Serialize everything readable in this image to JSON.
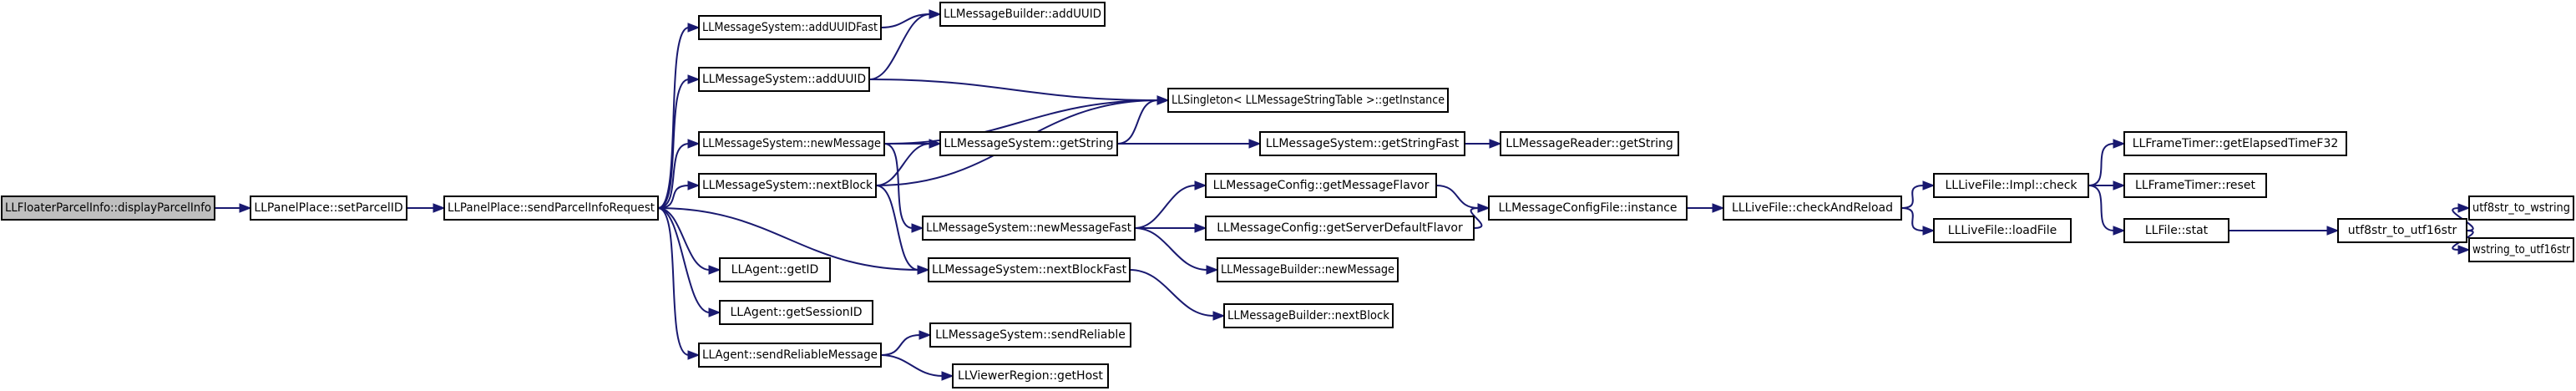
{
  "graph": {
    "nodes": [
      {
        "id": "root",
        "label": "LLFloaterParcelInfo::displayParcelInfo",
        "root": true
      },
      {
        "id": "setParcelID",
        "label": "LLPanelPlace::setParcelID"
      },
      {
        "id": "sendParcelInfoRequest",
        "label": "LLPanelPlace::sendParcelInfoRequest"
      },
      {
        "id": "addUUIDFast",
        "label": "LLMessageSystem::addUUIDFast"
      },
      {
        "id": "builderAddUUID",
        "label": "LLMessageBuilder::addUUID"
      },
      {
        "id": "addUUID",
        "label": "LLMessageSystem::addUUID"
      },
      {
        "id": "getInstance",
        "label": "LLSingleton< LLMessageStringTable >::getInstance"
      },
      {
        "id": "newMessage",
        "label": "LLMessageSystem::newMessage"
      },
      {
        "id": "getString",
        "label": "LLMessageSystem::getString"
      },
      {
        "id": "getStringFast",
        "label": "LLMessageSystem::getStringFast"
      },
      {
        "id": "readerGetString",
        "label": "LLMessageReader::getString"
      },
      {
        "id": "nextBlock",
        "label": "LLMessageSystem::nextBlock"
      },
      {
        "id": "getMessageFlavor",
        "label": "LLMessageConfig::getMessageFlavor"
      },
      {
        "id": "newMessageFast",
        "label": "LLMessageSystem::newMessageFast"
      },
      {
        "id": "getServerDefaultFlavor",
        "label": "LLMessageConfig::getServerDefaultFlavor"
      },
      {
        "id": "configInstance",
        "label": "LLMessageConfigFile::instance"
      },
      {
        "id": "checkAndReload",
        "label": "LLLiveFile::checkAndReload"
      },
      {
        "id": "implCheck",
        "label": "LLLiveFile::Impl::check"
      },
      {
        "id": "getElapsed",
        "label": "LLFrameTimer::getElapsedTimeF32"
      },
      {
        "id": "timerReset",
        "label": "LLFrameTimer::reset"
      },
      {
        "id": "loadFile",
        "label": "LLLiveFile::loadFile"
      },
      {
        "id": "fileStat",
        "label": "LLFile::stat"
      },
      {
        "id": "utf8ToUtf16",
        "label": "utf8str_to_utf16str"
      },
      {
        "id": "utf8ToW",
        "label": "utf8str_to_wstring"
      },
      {
        "id": "wstrToUtf16",
        "label": "wstring_to_utf16str"
      },
      {
        "id": "builderNewMessage",
        "label": "LLMessageBuilder::newMessage"
      },
      {
        "id": "getID",
        "label": "LLAgent::getID"
      },
      {
        "id": "nextBlockFast",
        "label": "LLMessageSystem::nextBlockFast"
      },
      {
        "id": "builderNextBlock",
        "label": "LLMessageBuilder::nextBlock"
      },
      {
        "id": "getSessionID",
        "label": "LLAgent::getSessionID"
      },
      {
        "id": "sendReliableMessage",
        "label": "LLAgent::sendReliableMessage"
      },
      {
        "id": "sendReliable",
        "label": "LLMessageSystem::sendReliable"
      },
      {
        "id": "getHost",
        "label": "LLViewerRegion::getHost"
      }
    ],
    "edges": [
      {
        "from": "root",
        "to": "setParcelID"
      },
      {
        "from": "setParcelID",
        "to": "sendParcelInfoRequest"
      },
      {
        "from": "sendParcelInfoRequest",
        "to": "addUUIDFast"
      },
      {
        "from": "sendParcelInfoRequest",
        "to": "addUUID"
      },
      {
        "from": "sendParcelInfoRequest",
        "to": "newMessage"
      },
      {
        "from": "sendParcelInfoRequest",
        "to": "nextBlock"
      },
      {
        "from": "sendParcelInfoRequest",
        "to": "nextBlockFast"
      },
      {
        "from": "sendParcelInfoRequest",
        "to": "getID"
      },
      {
        "from": "sendParcelInfoRequest",
        "to": "getSessionID"
      },
      {
        "from": "sendParcelInfoRequest",
        "to": "sendReliableMessage"
      },
      {
        "from": "addUUIDFast",
        "to": "builderAddUUID"
      },
      {
        "from": "addUUID",
        "to": "builderAddUUID"
      },
      {
        "from": "addUUID",
        "to": "getInstance"
      },
      {
        "from": "newMessage",
        "to": "getInstance"
      },
      {
        "from": "newMessage",
        "to": "getString"
      },
      {
        "from": "newMessage",
        "to": "newMessageFast"
      },
      {
        "from": "nextBlock",
        "to": "getInstance"
      },
      {
        "from": "nextBlock",
        "to": "getString"
      },
      {
        "from": "nextBlock",
        "to": "nextBlockFast"
      },
      {
        "from": "getString",
        "to": "getInstance"
      },
      {
        "from": "getString",
        "to": "getStringFast"
      },
      {
        "from": "getStringFast",
        "to": "readerGetString"
      },
      {
        "from": "newMessageFast",
        "to": "getMessageFlavor"
      },
      {
        "from": "newMessageFast",
        "to": "getServerDefaultFlavor"
      },
      {
        "from": "newMessageFast",
        "to": "builderNewMessage"
      },
      {
        "from": "getMessageFlavor",
        "to": "configInstance"
      },
      {
        "from": "getServerDefaultFlavor",
        "to": "configInstance"
      },
      {
        "from": "configInstance",
        "to": "checkAndReload"
      },
      {
        "from": "checkAndReload",
        "to": "implCheck"
      },
      {
        "from": "checkAndReload",
        "to": "loadFile"
      },
      {
        "from": "implCheck",
        "to": "getElapsed"
      },
      {
        "from": "implCheck",
        "to": "timerReset"
      },
      {
        "from": "implCheck",
        "to": "fileStat"
      },
      {
        "from": "fileStat",
        "to": "utf8ToUtf16"
      },
      {
        "from": "utf8ToUtf16",
        "to": "utf8ToW"
      },
      {
        "from": "utf8ToUtf16",
        "to": "wstrToUtf16"
      },
      {
        "from": "nextBlockFast",
        "to": "builderNextBlock"
      },
      {
        "from": "sendReliableMessage",
        "to": "sendReliable"
      },
      {
        "from": "sendReliableMessage",
        "to": "getHost"
      }
    ]
  }
}
